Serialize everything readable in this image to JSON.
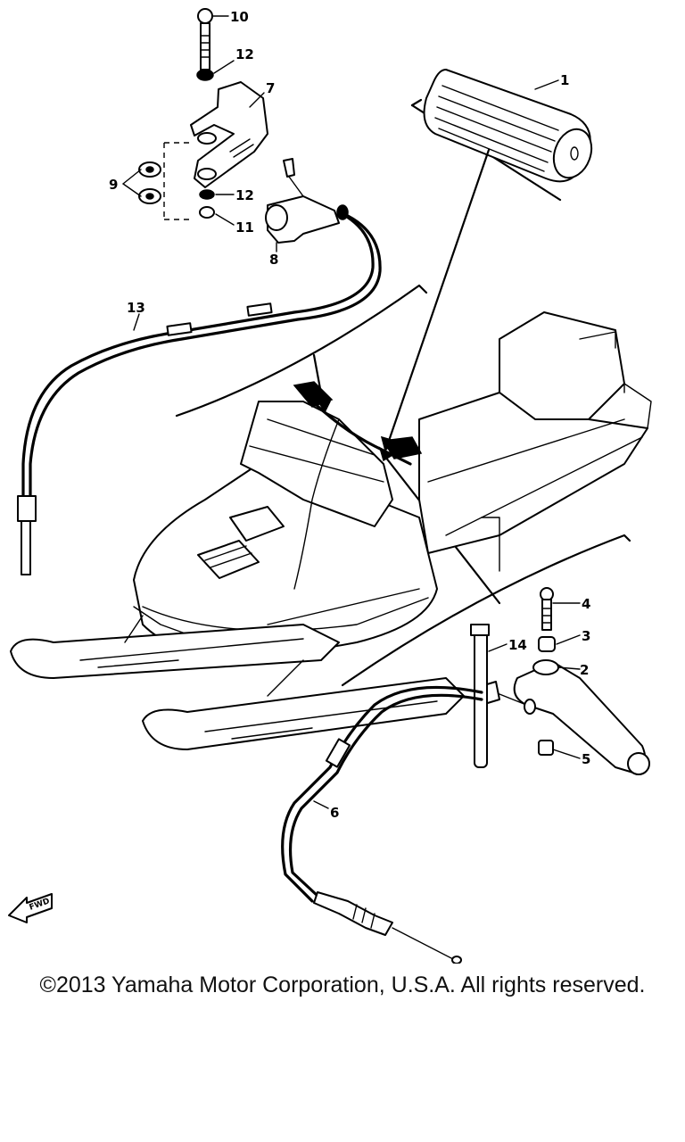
{
  "diagram": {
    "callouts": [
      {
        "id": "1",
        "label": "1"
      },
      {
        "id": "2",
        "label": "2"
      },
      {
        "id": "3",
        "label": "3"
      },
      {
        "id": "4",
        "label": "4"
      },
      {
        "id": "5",
        "label": "5"
      },
      {
        "id": "6",
        "label": "6"
      },
      {
        "id": "7",
        "label": "7"
      },
      {
        "id": "8",
        "label": "8"
      },
      {
        "id": "9",
        "label": "9"
      },
      {
        "id": "10",
        "label": "10"
      },
      {
        "id": "11",
        "label": "11"
      },
      {
        "id": "12a",
        "label": "12"
      },
      {
        "id": "12b",
        "label": "12"
      },
      {
        "id": "13",
        "label": "13"
      },
      {
        "id": "14",
        "label": "14"
      }
    ],
    "fwd_label": "FWD"
  },
  "footer": {
    "copyright": "©2013 Yamaha Motor Corporation, U.S.A. All rights reserved."
  }
}
